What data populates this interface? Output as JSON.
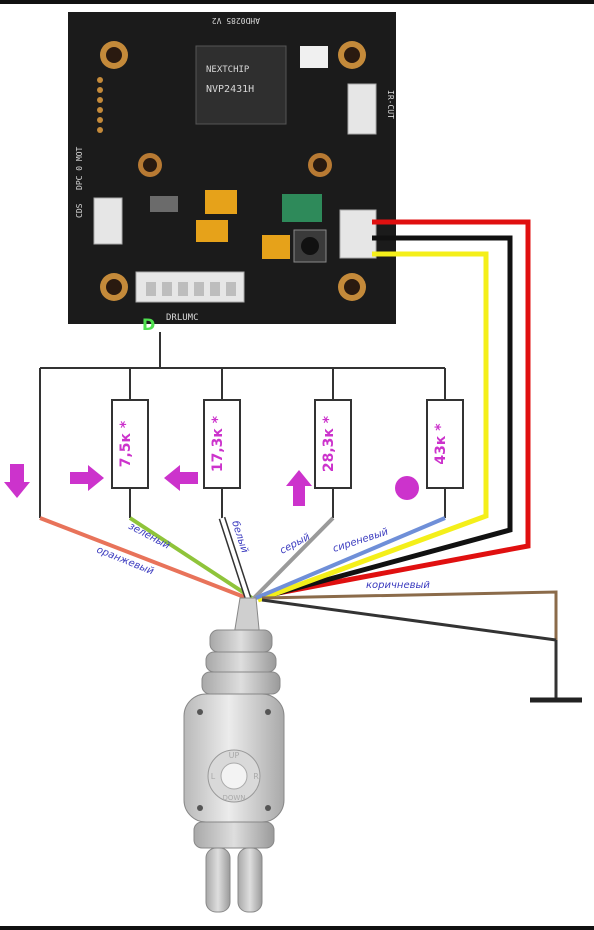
{
  "pcb": {
    "chip_brand": "NEXTCHIP",
    "chip_model": "NVP2431H",
    "board_top": "AHD0285 V2",
    "side_left_1": "CDS",
    "side_left_2": "DPC 0 MOT",
    "side_right": "IR-CUT",
    "bottom": "DRLUMC",
    "connector_letter": "D"
  },
  "resistors": [
    {
      "label": "7,5к *",
      "symbol": "arrow-right"
    },
    {
      "label": "17,3к *",
      "symbol": "arrow-left"
    },
    {
      "label": "28,3к *",
      "symbol": "arrow-up"
    },
    {
      "label": "43к *",
      "symbol": "dot"
    }
  ],
  "wires": {
    "orange": "оранжевый",
    "green": "зеленый",
    "white": "белый",
    "gray": "серый",
    "lilac": "сиреневый",
    "brown": "коричневый"
  },
  "connector_plug": {
    "up": "UP",
    "down": "DOWN",
    "left": "L",
    "right": "R"
  },
  "colors": {
    "red_wire": "#e01010",
    "black_wire": "#111111",
    "yellow_wire": "#f4ef1a",
    "orange_wire": "#e8735a",
    "green_wire": "#8fc43a",
    "gray_wire": "#9a9a9a",
    "lilac_wire": "#6f8fd8",
    "brown_wire": "#8b6b4a",
    "accent_magenta": "#cc33cc",
    "pcb": "#1b1b1b"
  }
}
